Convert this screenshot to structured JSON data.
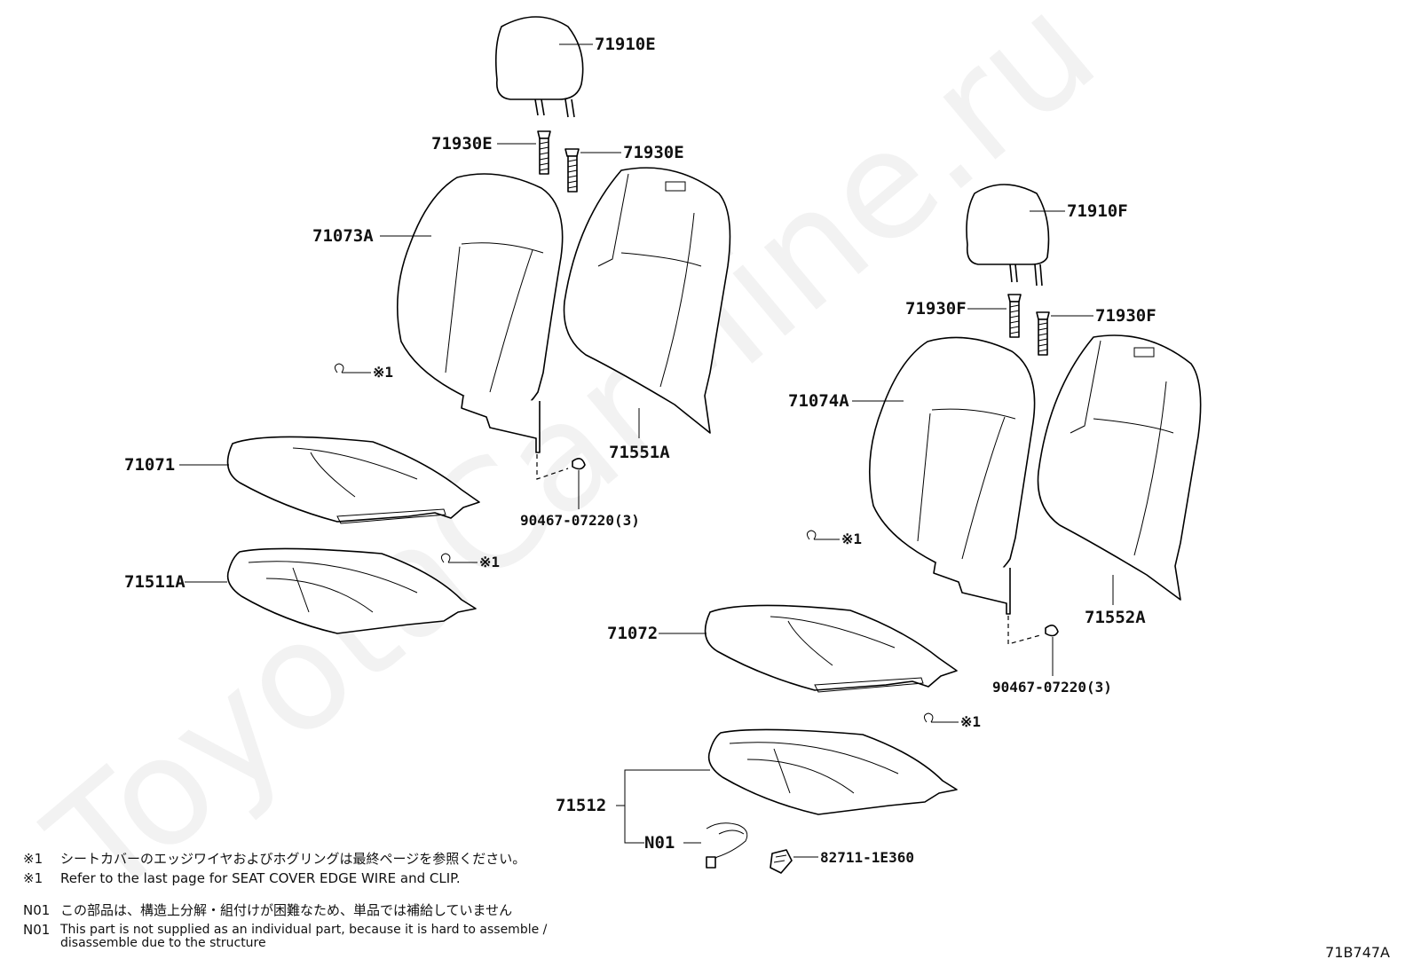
{
  "watermark": "ToyotaCarMine.ru",
  "labels": {
    "p71910E": "71910E",
    "p71930E_left": "71930E",
    "p71930E_right": "71930E",
    "p71073A": "71073A",
    "p71551A": "71551A",
    "p71071": "71071",
    "p71511A": "71511A",
    "p90467_left": "90467-07220(3)",
    "ref1_a": "※1",
    "ref1_b": "※1",
    "p71910F": "71910F",
    "p71930F_left": "71930F",
    "p71930F_right": "71930F",
    "p71074A": "71074A",
    "p71552A": "71552A",
    "ref1_c": "※1",
    "p90467_right": "90467-07220(3)",
    "p71072": "71072",
    "ref1_d": "※1",
    "p71512": "71512",
    "pN01": "N01",
    "p82711": "82711-1E360"
  },
  "notes": [
    {
      "key": "※1",
      "text": "シートカバーのエッジワイヤおよびホグリングは最終ページを参照ください。"
    },
    {
      "key": "※1",
      "text": "Refer to the last page for SEAT COVER EDGE WIRE and CLIP."
    },
    {
      "key": "N01",
      "text": "この部品は、構造上分解・組付けが困難なため、単品では補給していません"
    },
    {
      "key": "N01",
      "text": "This part is not supplied as an individual part, because it is hard to assemble / disassemble due to the structure"
    }
  ],
  "diagram_code": "71B747A"
}
